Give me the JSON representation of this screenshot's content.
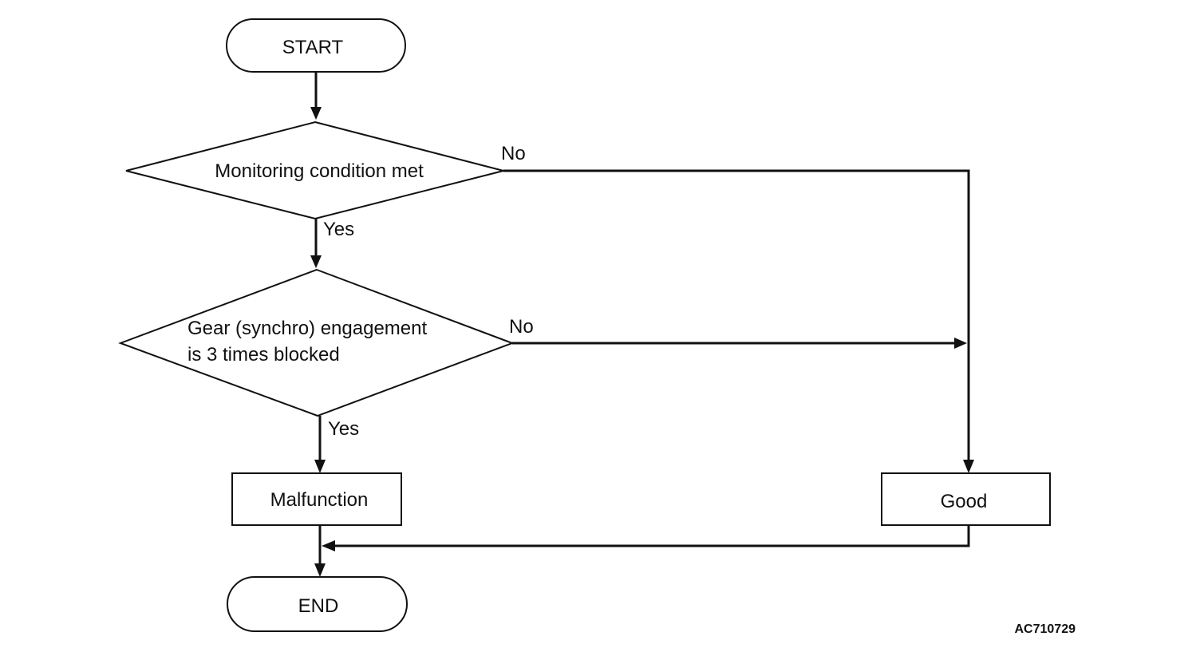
{
  "nodes": {
    "start": "START",
    "decision1": "Monitoring condition met",
    "decision2_line1": "Gear (synchro) engagement",
    "decision2_line2": "is 3 times blocked",
    "malfunction": "Malfunction",
    "good": "Good",
    "end": "END"
  },
  "edges": {
    "decision1_no": "No",
    "decision1_yes": "Yes",
    "decision2_no": "No",
    "decision2_yes": "Yes"
  },
  "figure_id": "AC710729"
}
